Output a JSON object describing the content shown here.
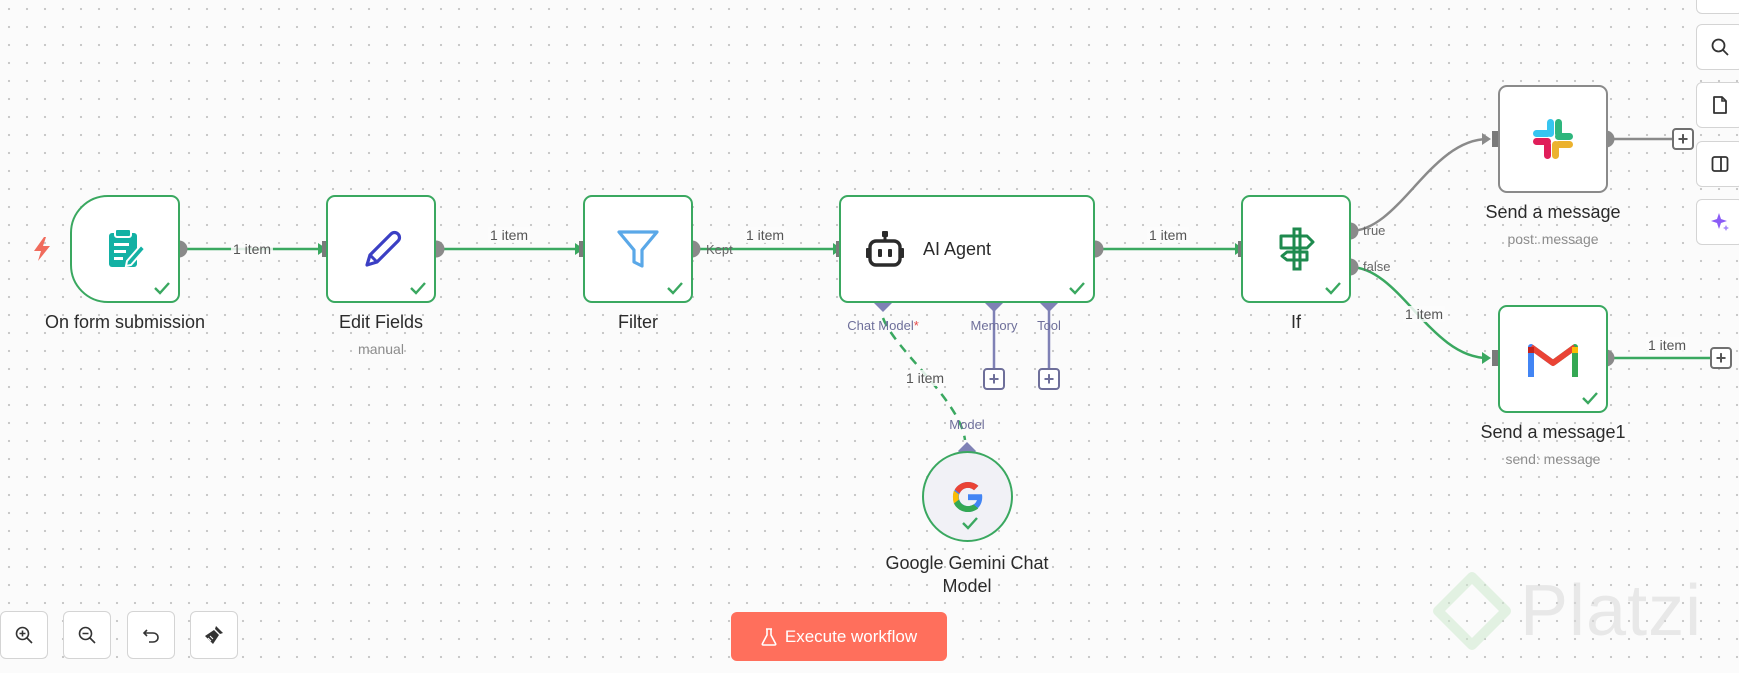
{
  "nodes": {
    "trigger": {
      "label": "On form submission"
    },
    "edit_fields": {
      "label": "Edit Fields",
      "subtitle": "manual"
    },
    "filter": {
      "label": "Filter"
    },
    "agent": {
      "title": "AI Agent",
      "handles": {
        "chat_model": "Chat Model",
        "memory": "Memory",
        "tool": "Tool"
      }
    },
    "if": {
      "label": "If",
      "outputs": {
        "true": "true",
        "false": "false"
      }
    },
    "slack": {
      "label": "Send a message",
      "subtitle": "post: message"
    },
    "gmail": {
      "label": "Send a message1",
      "subtitle": "send: message"
    },
    "gemini": {
      "label": "Google Gemini Chat Model",
      "handle": "Model"
    }
  },
  "edges": {
    "trigger_to_edit": "1 item",
    "edit_to_filter": "1 item",
    "filter_output": "Kept",
    "filter_to_agent": "1 item",
    "agent_to_if": "1 item",
    "if_to_gmail": "1 item",
    "gmail_out": "1 item",
    "model_to_agent": "1 item"
  },
  "required_marker": "*",
  "toolbar": {
    "execute_label": "Execute workflow"
  },
  "watermark": {
    "text": "Platzi"
  },
  "colors": {
    "success": "#3aa860",
    "execute": "#ff6f5c",
    "handle": "#7f81b5",
    "neutral": "#8a8a8a"
  },
  "icons": {
    "zoom_in": "zoom-in-icon",
    "zoom_out": "zoom-out-icon",
    "undo": "undo-icon",
    "clean": "broom-icon",
    "search": "search-icon",
    "sticky": "sticky-note-icon",
    "panel": "panel-icon",
    "ai": "sparkle-icon"
  }
}
